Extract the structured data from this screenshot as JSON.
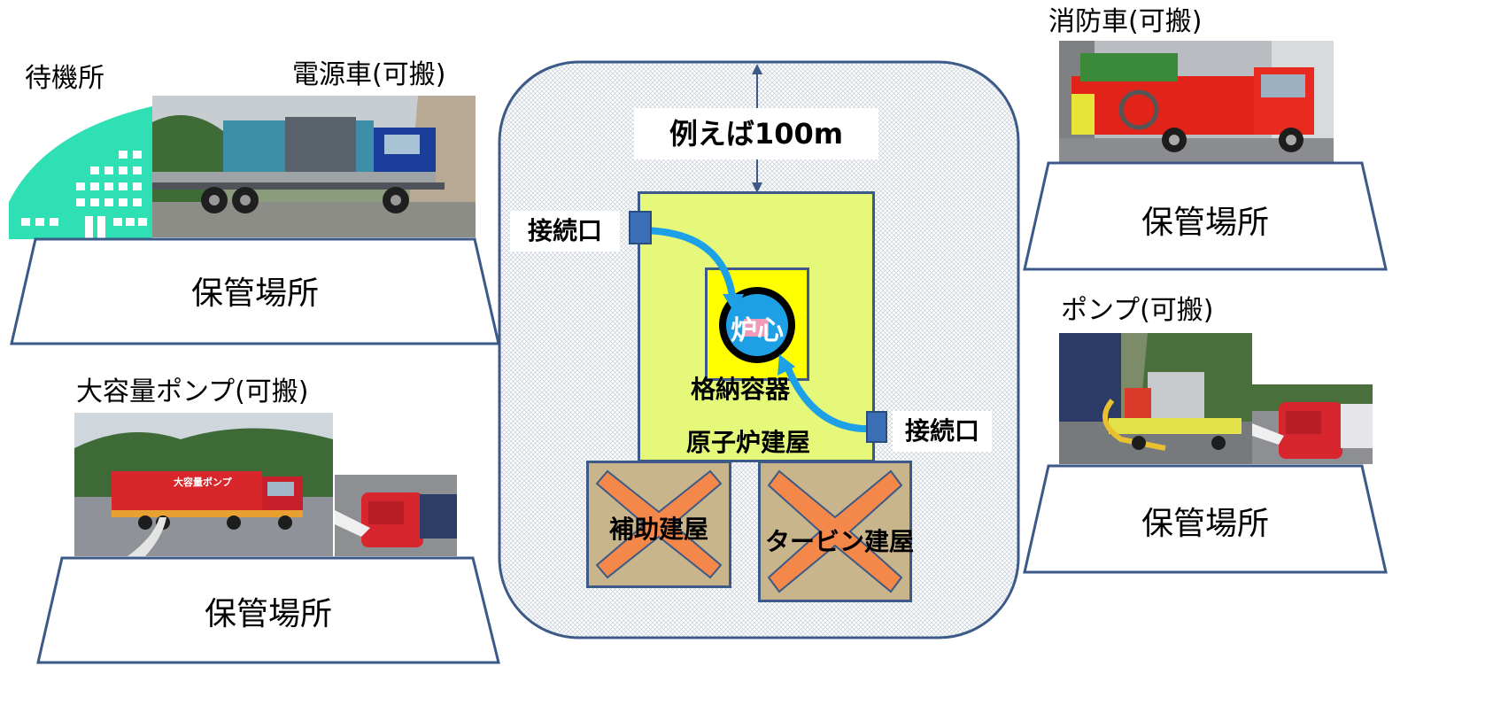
{
  "left_top": {
    "standby_label": "待機所",
    "vehicle_label": "電源車(可搬)",
    "storage_label": "保管場所"
  },
  "left_bottom": {
    "vehicle_label": "大容量ポンプ(可搬)",
    "truck_text": "大容量ポンプ",
    "storage_label": "保管場所"
  },
  "right_top": {
    "vehicle_label": "消防車(可搬)",
    "storage_label": "保管場所"
  },
  "right_bottom": {
    "vehicle_label": "ポンプ(可搬)",
    "storage_label": "保管場所"
  },
  "site": {
    "distance_label": "例えば100m",
    "connection_port_top": "接続口",
    "connection_port_right": "接続口",
    "reactor_building": "原子炉建屋",
    "containment_vessel": "格納容器",
    "core": "炉心",
    "auxiliary_building": "補助建屋",
    "turbine_building": "タービン建屋"
  },
  "colors": {
    "standby_building": "#2fe0b4",
    "reactor_building_fill": "#e6f87a",
    "containment_fill": "#ffff00",
    "core_fill": "#1ea0e6",
    "flow_arrow": "#1ea0e6",
    "damaged_building_fill": "#c9b58b",
    "damage_cross": "#f4874a",
    "connector": "#3a6fb5",
    "outline": "#3b5a87"
  }
}
